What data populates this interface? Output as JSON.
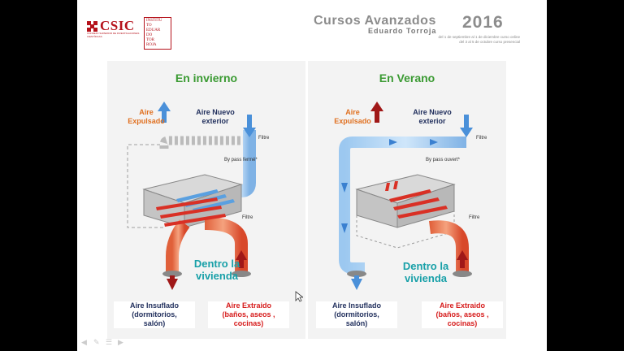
{
  "header": {
    "logo": "CSIC",
    "logo_subtitle": "CONSEJO SUPERIOR DE INVESTIGACIONES CIENTÍFICAS",
    "institute": [
      "INSTITU",
      "TO",
      "EDUAR",
      "DO",
      "TOR",
      "ROJA"
    ],
    "course_title": "Cursos Avanzados",
    "course_subtitle": "Eduardo Torroja",
    "year": "2016",
    "dates_line1": "del 1 de septiembre al 1 de diciembre curso online",
    "dates_line2": "del 3 al 5 de octubre curso presencial"
  },
  "winter": {
    "title": "En invierno",
    "exhaust": [
      "Aire",
      "Expulsado"
    ],
    "fresh": [
      "Aire Nuevo",
      "exterior"
    ],
    "filter_top": "Filtre",
    "bypass": "By pass fermé*",
    "filter_bottom": "Filtre",
    "inside": [
      "Dentro la",
      "vivienda"
    ],
    "supply": [
      "Aire Insuflado",
      "(dormitorios,",
      "salón)"
    ],
    "extract": [
      "Aire Extraido",
      "(baños, aseos ,",
      "cocinas)"
    ]
  },
  "summer": {
    "title": "En Verano",
    "exhaust": [
      "Aire",
      "Expulsado"
    ],
    "fresh": [
      "Aire Nuevo",
      "exterior"
    ],
    "filter_top": "Filtre",
    "bypass": "By pass ouvert*",
    "filter_bottom": "Filtre",
    "inside": [
      "Dentro la",
      "vivienda"
    ],
    "supply": [
      "Aire Insuflado",
      "(dormitorios,",
      "salón)"
    ],
    "extract": [
      "Aire Extraido",
      "(baños, aseos ,",
      "cocinas)"
    ]
  },
  "colors": {
    "title_green": "#3a9a32",
    "exhaust_orange": "#e07020",
    "fresh_navy": "#23315e",
    "extract_red": "#d61b1b",
    "inside_teal": "#18a0a8",
    "cold_blue": "#4a90d9",
    "warm_red": "#d63a2a"
  },
  "icons": [
    "prev-icon",
    "pen-icon",
    "menu-icon",
    "next-icon"
  ]
}
